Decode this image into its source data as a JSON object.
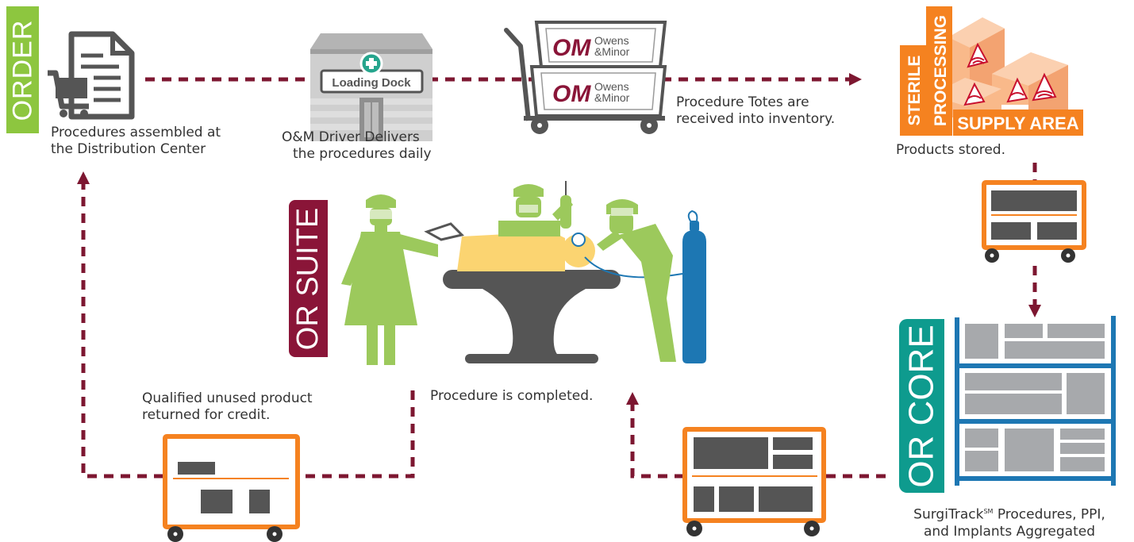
{
  "colors": {
    "flow_arrow": "#7d1731",
    "order_tab": "#8dc63f",
    "or_suite_tab": "#8a1538",
    "or_core_tab": "#0e9b8e",
    "cart_frame": "#f58220",
    "sterile_tab": "#f58220",
    "figure_green": "#9cc95c",
    "dark_gray": "#555555",
    "shelving_blue": "#1d77b3",
    "loading_dock_cross": "#26a58d"
  },
  "sections": {
    "order": "ORDER",
    "or_suite": "OR SUITE",
    "or_core": "OR CORE"
  },
  "loading_dock": {
    "sign": "Loading Dock"
  },
  "totes": {
    "logo_mark": "OM",
    "brand_line1": "Owens",
    "brand_line2": "&Minor"
  },
  "supply_area": {
    "sterile": "STERILE",
    "processing": "PROCESSING",
    "supply": "SUPPLY AREA"
  },
  "steps": {
    "assembled": {
      "line1": "Procedures assembled at",
      "line2": "the Distribution Center"
    },
    "driver": {
      "line1": "O&M Driver Delivers",
      "line2": "the procedures daily"
    },
    "received": {
      "line1": "Procedure Totes are",
      "line2": "received into inventory."
    },
    "stored": {
      "line1": "Products stored."
    },
    "completed": {
      "line1": "Procedure is completed."
    },
    "returned": {
      "line1": "Qualified unused product",
      "line2": "returned for credit."
    },
    "aggregated": {
      "line1_prefix": "SurgiTrack",
      "line1_sup": "SM",
      "line1_suffix": " Procedures, PPI,",
      "line2": "and Implants Aggregated"
    }
  },
  "icons": [
    "document-cart-icon",
    "loading-dock-building-icon",
    "tote-cart-icon",
    "supply-boxes-icon",
    "supply-cart-icon",
    "surgical-team-icon",
    "oxygen-tank-icon",
    "shelving-unit-icon",
    "return-cart-icon",
    "case-cart-icon"
  ]
}
